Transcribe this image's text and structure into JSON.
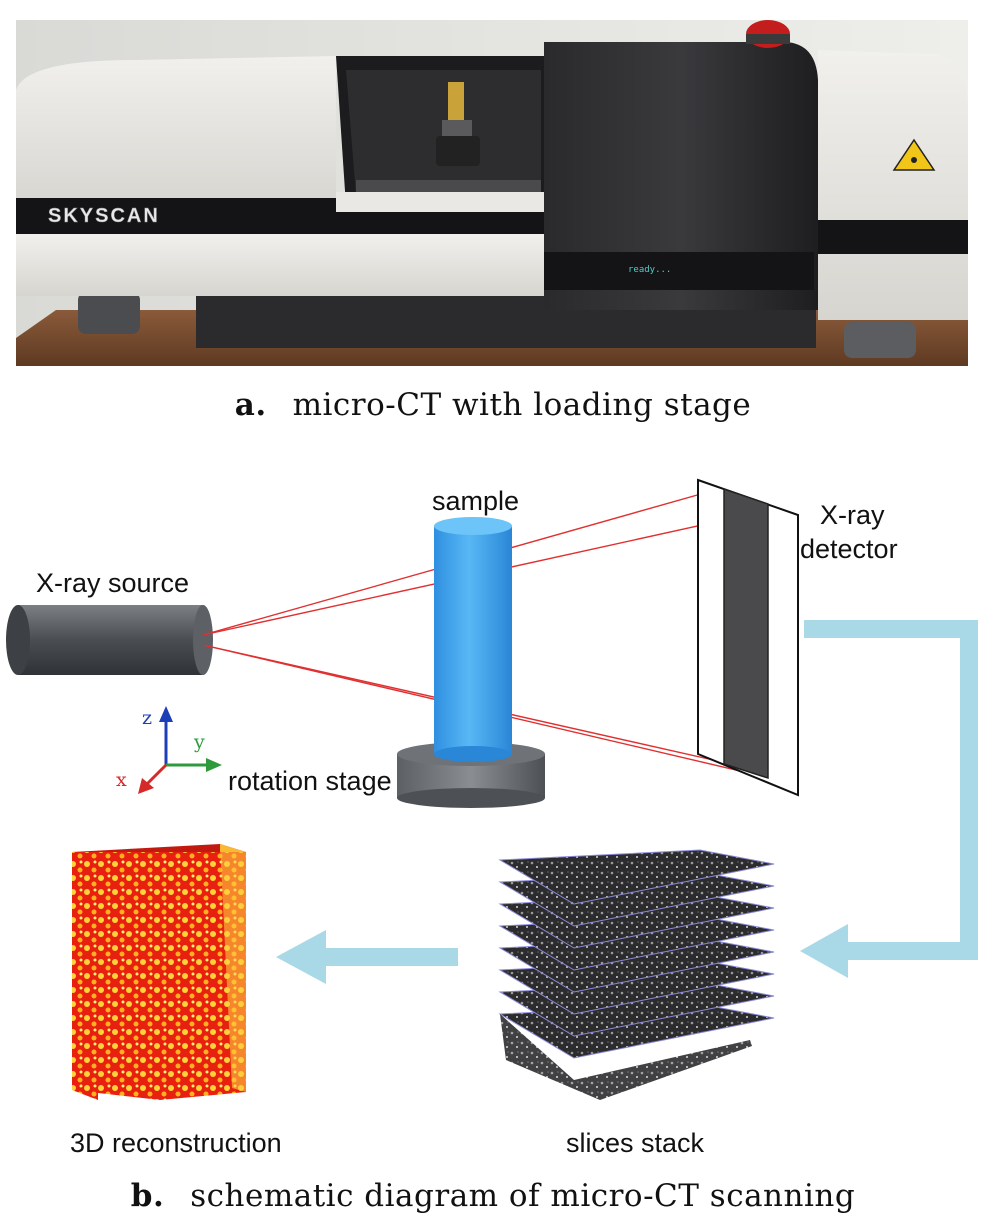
{
  "panel_a": {
    "caption_letter": "a.",
    "caption_text": "micro-CT with loading stage",
    "brand_text": "SKYSCAN",
    "display_text": "ready..."
  },
  "panel_b": {
    "caption_letter": "b.",
    "caption_text": "schematic diagram of micro-CT scanning",
    "labels": {
      "source": "X-ray source",
      "sample": "sample",
      "detector_line1": "X-ray",
      "detector_line2": "detector",
      "stage": "rotation stage",
      "reconstruction": "3D reconstruction",
      "slices": "slices stack"
    },
    "axes": {
      "x": "x",
      "y": "y",
      "z": "z"
    },
    "colors": {
      "beam": "#e03030",
      "sample": "#3aa2ea",
      "arrow": "#a9d8e6",
      "axis_x": "#d42a2a",
      "axis_y": "#2e9a3c",
      "axis_z": "#1c3fb8"
    }
  }
}
